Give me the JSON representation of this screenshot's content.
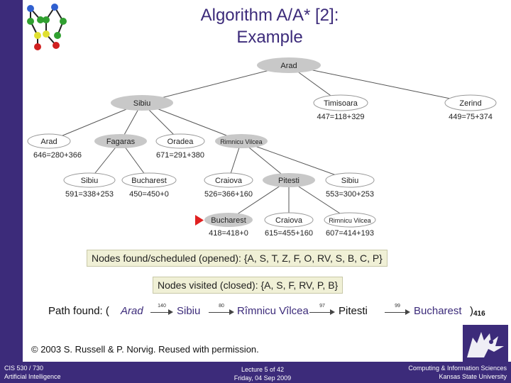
{
  "slide": {
    "title_line1": "Algorithm A/A* [2]:",
    "title_line2": "Example"
  },
  "tree": {
    "nodes": [
      {
        "id": "arad-root",
        "label": "Arad",
        "f": ""
      },
      {
        "id": "sibiu",
        "label": "Sibiu",
        "f": ""
      },
      {
        "id": "timisoara",
        "label": "Timisoara",
        "f": "447=118+329"
      },
      {
        "id": "zerind",
        "label": "Zerind",
        "f": "449=75+374"
      },
      {
        "id": "arad-2",
        "label": "Arad",
        "f": "646=280+366"
      },
      {
        "id": "fagaras",
        "label": "Fagaras",
        "f": ""
      },
      {
        "id": "oradea",
        "label": "Oradea",
        "f": "671=291+380"
      },
      {
        "id": "rimnicu",
        "label": "Rimnicu Vilcea",
        "f": ""
      },
      {
        "id": "sibiu-2",
        "label": "Sibiu",
        "f": "591=338+253"
      },
      {
        "id": "bucharest-1",
        "label": "Bucharest",
        "f": "450=450+0"
      },
      {
        "id": "craiova-1",
        "label": "Craiova",
        "f": "526=366+160"
      },
      {
        "id": "pitesti",
        "label": "Pitesti",
        "f": ""
      },
      {
        "id": "sibiu-3",
        "label": "Sibiu",
        "f": "553=300+253"
      },
      {
        "id": "bucharest-2",
        "label": "Bucharest",
        "f": "418=418+0"
      },
      {
        "id": "craiova-2",
        "label": "Craiova",
        "f": "615=455+160"
      },
      {
        "id": "rimnicu-2",
        "label": "Rimnicu Vilcea",
        "f": "607=414+193"
      }
    ]
  },
  "opened": "Nodes found/scheduled (opened): {A, S, T,  Z, F, O, RV, S, B, C, P}",
  "closed": "Nodes visited (closed): {A, S, F, RV, P, B}",
  "path": {
    "prefix": "Path found: (",
    "start": "Arad",
    "steps": [
      {
        "cost": "140",
        "city": "Sibiu"
      },
      {
        "cost": "80",
        "city": "Rîmnicu Vîlcea"
      },
      {
        "cost": "97",
        "city": "Pitesti"
      },
      {
        "cost": "99",
        "city": "Bucharest"
      }
    ],
    "suffix": ")",
    "total": "416"
  },
  "copyright": "© 2003 S. Russell & P. Norvig.  Reused with permission.",
  "footer": {
    "course_line1": "CIS 530 / 730",
    "course_line2": "Artificial Intelligence",
    "lecture_line1": "Lecture 5 of 42",
    "lecture_line2": "Friday, 04 Sep 2009",
    "dept_line1": "Computing & Information Sciences",
    "dept_line2": "Kansas State University"
  },
  "colors": {
    "brand": "#3c2b7a",
    "node_fill": "#c8c8c8",
    "box_fill": "#f0f0d6",
    "marker": "#e02020"
  },
  "icons": {
    "logo": "graph-logo-icon",
    "marker": "triangle-marker-icon",
    "ksu": "ksu-wildcat-icon"
  }
}
